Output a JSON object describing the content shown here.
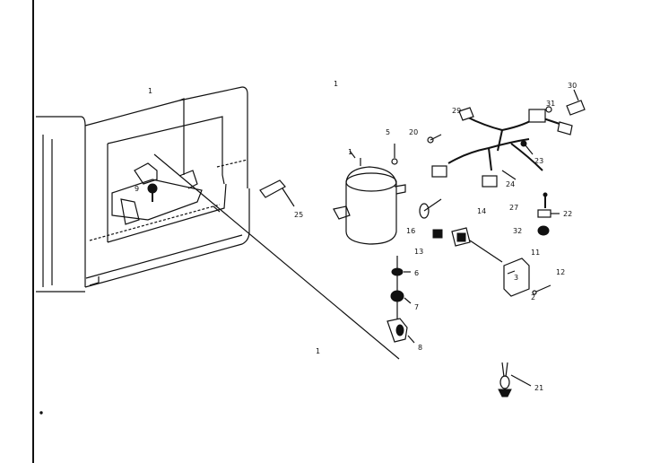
{
  "diagram": {
    "callouts": {
      "c1_top": "1",
      "c1_center": "1",
      "c_compressor": "1",
      "c_lower": "1",
      "c5": "5",
      "c6": "6",
      "c7": "7",
      "c8": "8",
      "c9": "9",
      "c11": "11",
      "c12": "12",
      "c13": "13",
      "c14": "14",
      "c16": "16",
      "c20": "20",
      "c21": "21",
      "c22": "22",
      "c23": "23",
      "c24": "24",
      "c25": "25",
      "c27": "27",
      "c29": "29",
      "c30": "30",
      "c31": "31",
      "c32": "32",
      "c_small_a": "3",
      "c_small_b": "2"
    }
  }
}
